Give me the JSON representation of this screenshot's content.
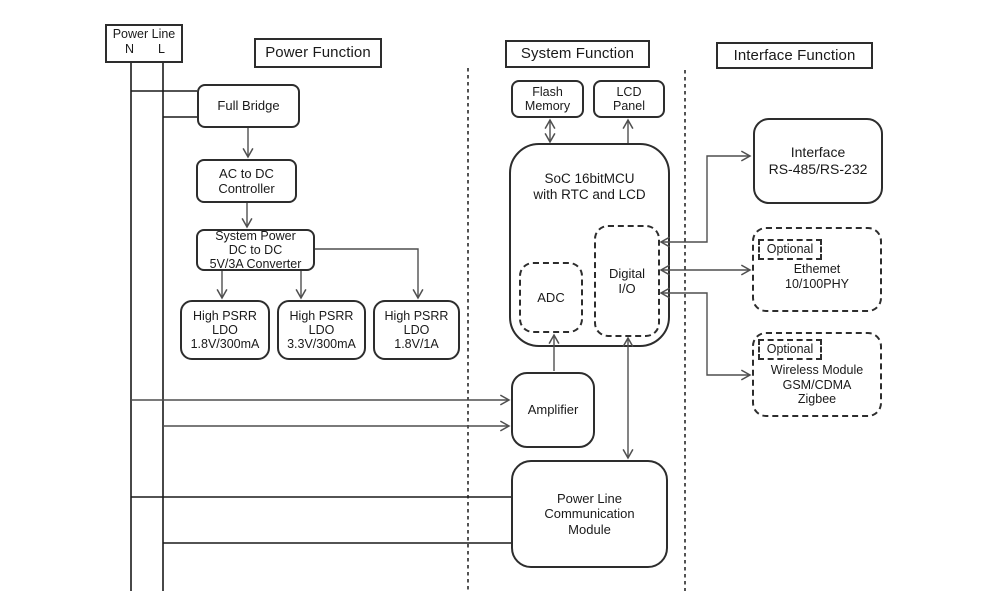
{
  "colors": {
    "box_border": "#2d2d2d",
    "connector": "#4f4f4f",
    "rail": "#1a1a1a",
    "text": "#1a1a1a",
    "background": "#ffffff"
  },
  "power_line_source": {
    "title": "Power Line",
    "neutral_label": "N",
    "live_label": "L"
  },
  "section_labels": {
    "power": "Power Function",
    "system": "System Function",
    "interface": "Interface Function"
  },
  "blocks": {
    "full_bridge": {
      "lines": [
        "Full Bridge"
      ]
    },
    "ac_dc_controller": {
      "lines": [
        "AC to DC",
        "Controller"
      ]
    },
    "system_power": {
      "lines": [
        "System Power",
        "DC to DC",
        "5V/3A Converter"
      ]
    },
    "ldo_1v8_300ma": {
      "lines": [
        "High PSRR",
        "LDO",
        "1.8V/300mA"
      ]
    },
    "ldo_3v3_300ma": {
      "lines": [
        "High PSRR",
        "LDO",
        "3.3V/300mA"
      ]
    },
    "ldo_1v8_1a": {
      "lines": [
        "High PSRR",
        "LDO",
        "1.8V/1A"
      ]
    },
    "flash_memory": {
      "lines": [
        "Flash",
        "Memory"
      ]
    },
    "lcd_panel": {
      "lines": [
        "LCD",
        "Panel"
      ]
    },
    "soc": {
      "lines": [
        "SoC 16bitMCU",
        "with RTC and LCD"
      ]
    },
    "adc": {
      "lines": [
        "ADC"
      ]
    },
    "digital_io": {
      "lines": [
        "Digital",
        "I/O"
      ]
    },
    "amplifier": {
      "lines": [
        "Amplifier"
      ]
    },
    "plc_module": {
      "lines": [
        "Power Line",
        "Communication",
        "Module"
      ]
    },
    "rs_interface": {
      "lines": [
        "Interface",
        "RS-485/RS-232"
      ]
    },
    "ethernet": {
      "optional_label": "Optional",
      "lines": [
        "Ethemet",
        "10/100PHY"
      ]
    },
    "wireless": {
      "optional_label": "Optional",
      "lines": [
        "Wireless Module",
        "GSM/CDMA",
        "Zigbee"
      ]
    }
  }
}
